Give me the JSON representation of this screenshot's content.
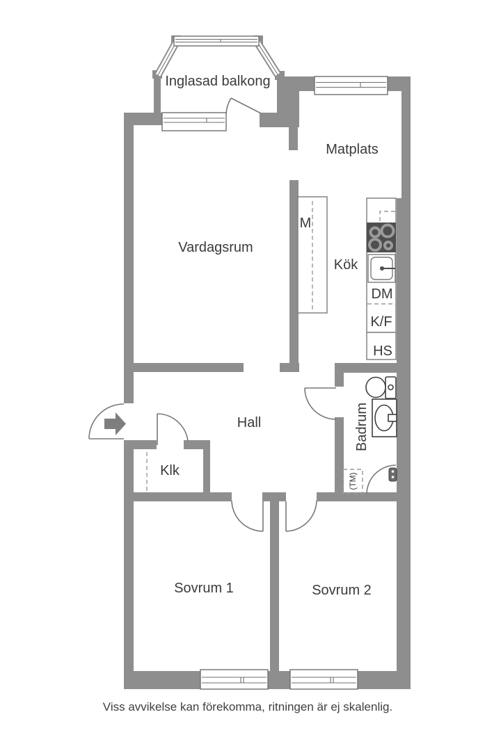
{
  "rooms": {
    "balcony": "Inglasad balkong",
    "dining": "Matplats",
    "living": "Vardagsrum",
    "kitchen": "Kök",
    "hall": "Hall",
    "closet": "Klk",
    "bathroom": "Badrum",
    "bedroom1": "Sovrum 1",
    "bedroom2": "Sovrum 2"
  },
  "units": {
    "wardrobe": "M",
    "dishwasher": "DM",
    "fridge_freezer": "K/F",
    "tall_cabinet": "HS",
    "washing_machine": "(TM)"
  },
  "footer": {
    "disclaimer": "Viss avvikelse kan förekomma, ritningen är ej skalenlig."
  },
  "colors": {
    "wall": "#8e8e8e",
    "stove": "#4e4e4e",
    "text": "#3b3b3b",
    "line": "#6f6f6f"
  }
}
